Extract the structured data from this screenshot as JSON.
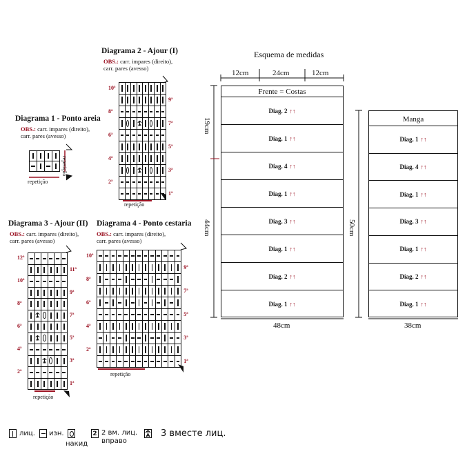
{
  "diagrams": {
    "d1": {
      "title": "Diagrama 1 - Ponto areia",
      "obs_key": "OBS.:",
      "obs_line1": "carr. impares (direito),",
      "obs_line2": "carr. pares (avesso)",
      "rows": [
        [
          "k",
          "k",
          "k",
          "k"
        ],
        [
          "p",
          "k",
          "p",
          "k"
        ]
      ],
      "repeat_label_bottom": "repetição",
      "repeat_label_side": "repetição"
    },
    "d2": {
      "title": "Diagrama 2 - Ajour (I)",
      "obs_key": "OBS.:",
      "obs_line1": "carr. impares (direito),",
      "obs_line2": "carr. pares (avesso)",
      "left_labels": [
        "10ª",
        "",
        "8ª",
        "",
        "6ª",
        "",
        "4ª",
        "",
        "2ª",
        ""
      ],
      "right_labels": [
        "",
        "9ª",
        "",
        "7ª",
        "",
        "5ª",
        "",
        "3ª",
        "",
        "1ª"
      ],
      "rows": [
        [
          "k",
          "k",
          "k",
          "k",
          "k",
          "k",
          "k",
          "k"
        ],
        [
          "k",
          "k",
          "k",
          "k",
          "k",
          "k",
          "k",
          "k"
        ],
        [
          "p",
          "p",
          "p",
          "p",
          "p",
          "p",
          "p",
          "p"
        ],
        [
          "k",
          "o",
          "k",
          "s3",
          "k",
          "o",
          "k",
          "k"
        ],
        [
          "p",
          "p",
          "p",
          "p",
          "p",
          "p",
          "p",
          "p"
        ],
        [
          "k",
          "k",
          "k",
          "k",
          "k",
          "k",
          "k",
          "k"
        ],
        [
          "k",
          "k",
          "k",
          "k",
          "k",
          "k",
          "k",
          "k"
        ],
        [
          "k",
          "o",
          "k",
          "s3",
          "k",
          "o",
          "k",
          "k"
        ],
        [
          "p",
          "p",
          "p",
          "p",
          "p",
          "p",
          "p",
          "p"
        ],
        [
          "p",
          "p",
          "p",
          "p",
          "p",
          "p",
          "p",
          "p"
        ]
      ],
      "repeat_label": "repetição"
    },
    "d3": {
      "title": "Diagrama 3 - Ajour (II)",
      "obs_key": "OBS.:",
      "obs_line1": "carr. impares (direito),",
      "obs_line2": "carr. pares (avesso)",
      "left_labels": [
        "12ª",
        "",
        "10ª",
        "",
        "8ª",
        "",
        "6ª",
        "",
        "4ª",
        "",
        "2ª",
        ""
      ],
      "right_labels": [
        "",
        "11ª",
        "",
        "9ª",
        "",
        "7ª",
        "",
        "5ª",
        "",
        "3ª",
        "",
        "1ª"
      ],
      "rows": [
        [
          "p",
          "p",
          "p",
          "p",
          "p",
          "p"
        ],
        [
          "k",
          "k",
          "k",
          "k",
          "k",
          "k"
        ],
        [
          "p",
          "p",
          "p",
          "p",
          "p",
          "p"
        ],
        [
          "k",
          "k",
          "k",
          "k",
          "k",
          "k"
        ],
        [
          "k",
          "k",
          "k",
          "k",
          "k",
          "k"
        ],
        [
          "k",
          "s3",
          "o",
          "k",
          "k",
          "k"
        ],
        [
          "k",
          "k",
          "k",
          "k",
          "k",
          "k"
        ],
        [
          "k",
          "s3",
          "o",
          "k",
          "k",
          "k"
        ],
        [
          "p",
          "p",
          "p",
          "p",
          "p",
          "p"
        ],
        [
          "k",
          "k",
          "s3",
          "o",
          "k",
          "k"
        ],
        [
          "p",
          "p",
          "p",
          "p",
          "p",
          "p"
        ],
        [
          "k",
          "k",
          "k",
          "k",
          "k",
          "k"
        ]
      ],
      "repeat_label": "repetição"
    },
    "d4": {
      "title": "Diagrama 4 - Ponto cestaria",
      "obs_key": "OBS.:",
      "obs_line1": "carr. impares (direito),",
      "obs_line2": "carr. pares (avesso)",
      "left_labels": [
        "10ª",
        "",
        "8ª",
        "",
        "6ª",
        "",
        "4ª",
        "",
        "2ª",
        ""
      ],
      "right_labels": [
        "",
        "9ª",
        "",
        "7ª",
        "",
        "5ª",
        "",
        "3ª",
        "",
        "1ª"
      ],
      "rows": [
        [
          "p",
          "p",
          "p",
          "p",
          "p",
          "p",
          "p",
          "p",
          "p",
          "p",
          "p",
          "p",
          "p"
        ],
        [
          "k",
          "k",
          "k",
          "k",
          "k",
          "k",
          "k",
          "k",
          "k",
          "k",
          "k",
          "k",
          "k"
        ],
        [
          "k",
          "p",
          "p",
          "p",
          "k",
          "p",
          "p",
          "p",
          "k",
          "p",
          "p",
          "p",
          "k"
        ],
        [
          "k",
          "k",
          "k",
          "k",
          "k",
          "k",
          "k",
          "k",
          "k",
          "k",
          "k",
          "k",
          "k"
        ],
        [
          "k",
          "p",
          "k",
          "p",
          "k",
          "p",
          "k",
          "p",
          "k",
          "p",
          "k",
          "p",
          "k"
        ],
        [
          "p",
          "p",
          "p",
          "p",
          "p",
          "p",
          "p",
          "p",
          "p",
          "p",
          "p",
          "p",
          "p"
        ],
        [
          "k",
          "k",
          "k",
          "k",
          "k",
          "k",
          "k",
          "k",
          "k",
          "k",
          "k",
          "k",
          "k"
        ],
        [
          "p",
          "k",
          "p",
          "p",
          "k",
          "p",
          "p",
          "k",
          "p",
          "p",
          "k",
          "p",
          "p"
        ],
        [
          "k",
          "k",
          "k",
          "k",
          "k",
          "k",
          "k",
          "k",
          "k",
          "k",
          "k",
          "k",
          "k"
        ],
        [
          "p",
          "p",
          "p",
          "p",
          "p",
          "p",
          "p",
          "p",
          "p",
          "p",
          "p",
          "p",
          "p"
        ]
      ],
      "repeat_label": "repetição"
    }
  },
  "scheme": {
    "title": "Esquema de medidas",
    "top_widths": [
      "12cm",
      "24cm",
      "12cm"
    ],
    "front_title": "Frente = Costas",
    "front_bands": [
      "Diag. 2",
      "Diag. 1",
      "Diag. 4",
      "Diag. 1",
      "Diag. 3",
      "Diag. 1",
      "Diag. 2",
      "Diag. 1"
    ],
    "arrows": "↑↑",
    "left_top_height": "19cm",
    "left_bottom_height": "44cm",
    "front_width": "48cm",
    "sleeve_title": "Manga",
    "sleeve_bands": [
      "Diag. 1",
      "Diag. 4",
      "Diag. 1",
      "Diag. 3",
      "Diag. 1",
      "Diag. 2",
      "Diag. 1"
    ],
    "sleeve_height": "50cm",
    "sleeve_width": "38cm"
  },
  "legend": {
    "knit_label": "лиц.",
    "purl_label": "изн.",
    "yo_label": "накид",
    "k2tog_label_1": "2 вм. лиц.",
    "k2tog_label_2": "вправо",
    "k2tog_symbol": "2",
    "k3tog_label": "3 вместе лиц."
  }
}
